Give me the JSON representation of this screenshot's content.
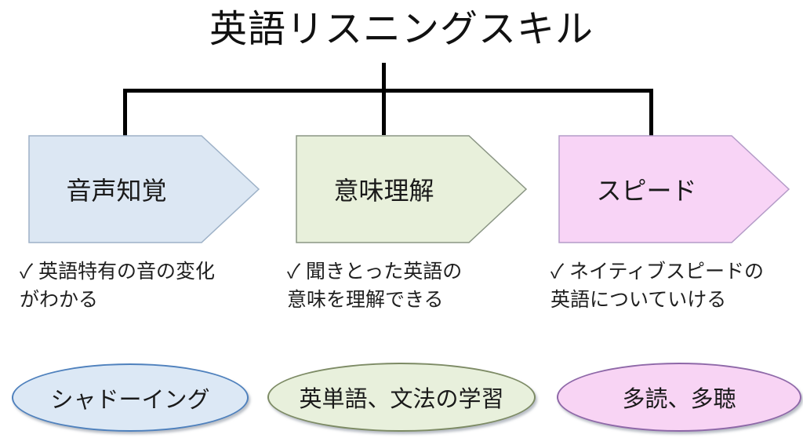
{
  "title": "英語リスニングスキル",
  "connector_color": "#000000",
  "branches": [
    {
      "label": "音声知覚",
      "description": "✓ 英語特有の音の変化\nがわかる",
      "method": "シャドーイング",
      "arrow_fill": "#dce7f3",
      "arrow_border": "#9db1c7",
      "ellipse_fill": "#dce8f5",
      "ellipse_border": "#4f81bd"
    },
    {
      "label": "意味理解",
      "description": "✓ 聞きとった英語の\n意味を理解できる",
      "method": "英単語、文法の学習",
      "arrow_fill": "#e8f0db",
      "arrow_border": "#8a9584",
      "ellipse_fill": "#e8f0dc",
      "ellipse_border": "#7d8b65"
    },
    {
      "label": "スピード",
      "description": "✓ ネイティブスピードの\n英語についていける",
      "method": "多読、多聴",
      "arrow_fill": "#f8d4f6",
      "arrow_border": "#b49cc8",
      "ellipse_fill": "#f8d4f4",
      "ellipse_border": "#8e68a8"
    }
  ]
}
